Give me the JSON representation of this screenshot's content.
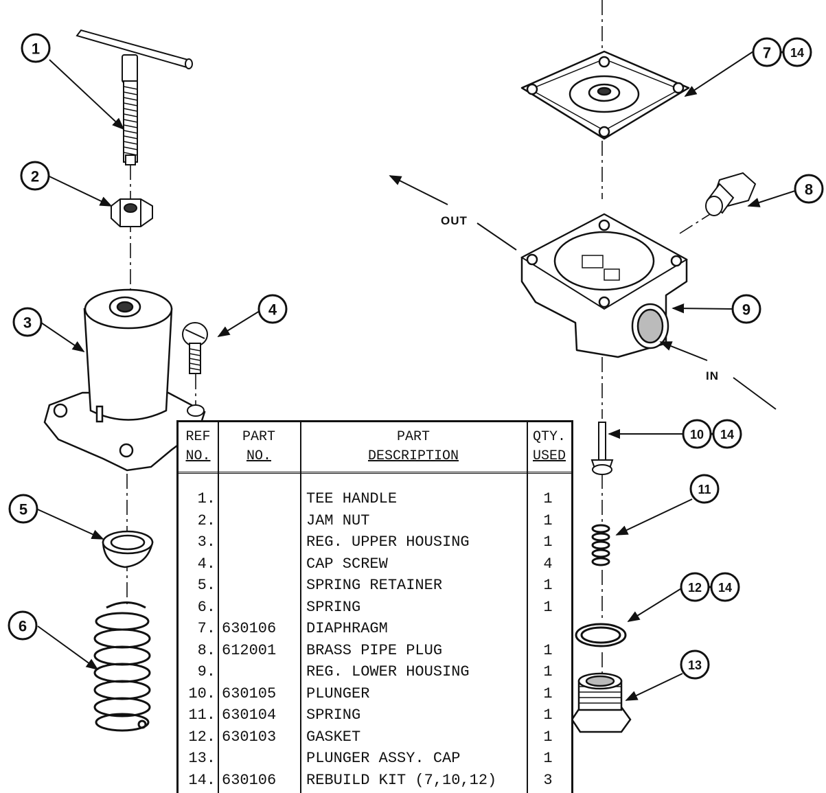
{
  "callouts": [
    {
      "id": "c1",
      "label": "1"
    },
    {
      "id": "c2",
      "label": "2"
    },
    {
      "id": "c3",
      "label": "3"
    },
    {
      "id": "c4",
      "label": "4"
    },
    {
      "id": "c5",
      "label": "5"
    },
    {
      "id": "c6",
      "label": "6"
    },
    {
      "id": "c7",
      "label": "7"
    },
    {
      "id": "c7b",
      "label": "14"
    },
    {
      "id": "c8",
      "label": "8"
    },
    {
      "id": "c9",
      "label": "9"
    },
    {
      "id": "c10",
      "label": "10"
    },
    {
      "id": "c10b",
      "label": "14"
    },
    {
      "id": "c11",
      "label": "11"
    },
    {
      "id": "c12",
      "label": "12"
    },
    {
      "id": "c12b",
      "label": "14"
    },
    {
      "id": "c13",
      "label": "13"
    }
  ],
  "flow_labels": {
    "out": "OUT",
    "in": "IN"
  },
  "table": {
    "headers": {
      "ref_line1": "REF",
      "ref_line2": "NO.",
      "part_line1": "PART",
      "part_line2": "NO.",
      "desc_line1": "PART",
      "desc_line2": "DESCRIPTION",
      "qty_line1": "QTY.",
      "qty_line2": "USED"
    },
    "rows": [
      {
        "ref": "1.",
        "part_no": "",
        "description": "TEE HANDLE",
        "qty": "1"
      },
      {
        "ref": "2.",
        "part_no": "",
        "description": "JAM NUT",
        "qty": "1"
      },
      {
        "ref": "3.",
        "part_no": "",
        "description": "REG. UPPER HOUSING",
        "qty": "1"
      },
      {
        "ref": "4.",
        "part_no": "",
        "description": "CAP SCREW",
        "qty": "4"
      },
      {
        "ref": "5.",
        "part_no": "",
        "description": "SPRING RETAINER",
        "qty": "1"
      },
      {
        "ref": "6.",
        "part_no": "",
        "description": "SPRING",
        "qty": "1"
      },
      {
        "ref": "7.",
        "part_no": "630106",
        "description": "DIAPHRAGM",
        "qty": ""
      },
      {
        "ref": "8.",
        "part_no": "612001",
        "description": "BRASS PIPE PLUG",
        "qty": "1"
      },
      {
        "ref": "9.",
        "part_no": "",
        "description": "REG. LOWER HOUSING",
        "qty": "1"
      },
      {
        "ref": "10.",
        "part_no": "630105",
        "description": "PLUNGER",
        "qty": "1"
      },
      {
        "ref": "11.",
        "part_no": "630104",
        "description": "SPRING",
        "qty": "1"
      },
      {
        "ref": "12.",
        "part_no": "630103",
        "description": "GASKET",
        "qty": "1"
      },
      {
        "ref": "13.",
        "part_no": "",
        "description": "PLUNGER ASSY. CAP",
        "qty": "1"
      },
      {
        "ref": "14.",
        "part_no": "630106",
        "description": "REBUILD KIT (7,10,12)",
        "qty": "3"
      }
    ]
  }
}
